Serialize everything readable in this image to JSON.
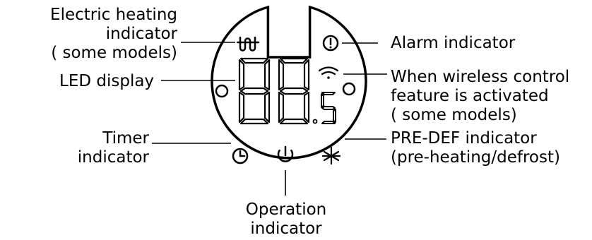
{
  "labels": {
    "electric_heating": [
      "Electric heating",
      "indicator",
      "( some models)"
    ],
    "led_display": "LED display",
    "timer": [
      "Timer",
      "indicator"
    ],
    "operation": [
      "Operation",
      "indicator"
    ],
    "alarm": "Alarm indicator",
    "wireless": [
      "When wireless control",
      "feature is activated",
      "( some models)"
    ],
    "pre_def": [
      "PRE-DEF indicator",
      "(pre-heating/defrost)"
    ]
  },
  "display": {
    "digits": "88",
    "decimal_digit": "5"
  },
  "icons": [
    "electric-heating-icon",
    "alarm-icon",
    "wifi-icon",
    "timer-icon",
    "power-icon",
    "defrost-icon"
  ]
}
